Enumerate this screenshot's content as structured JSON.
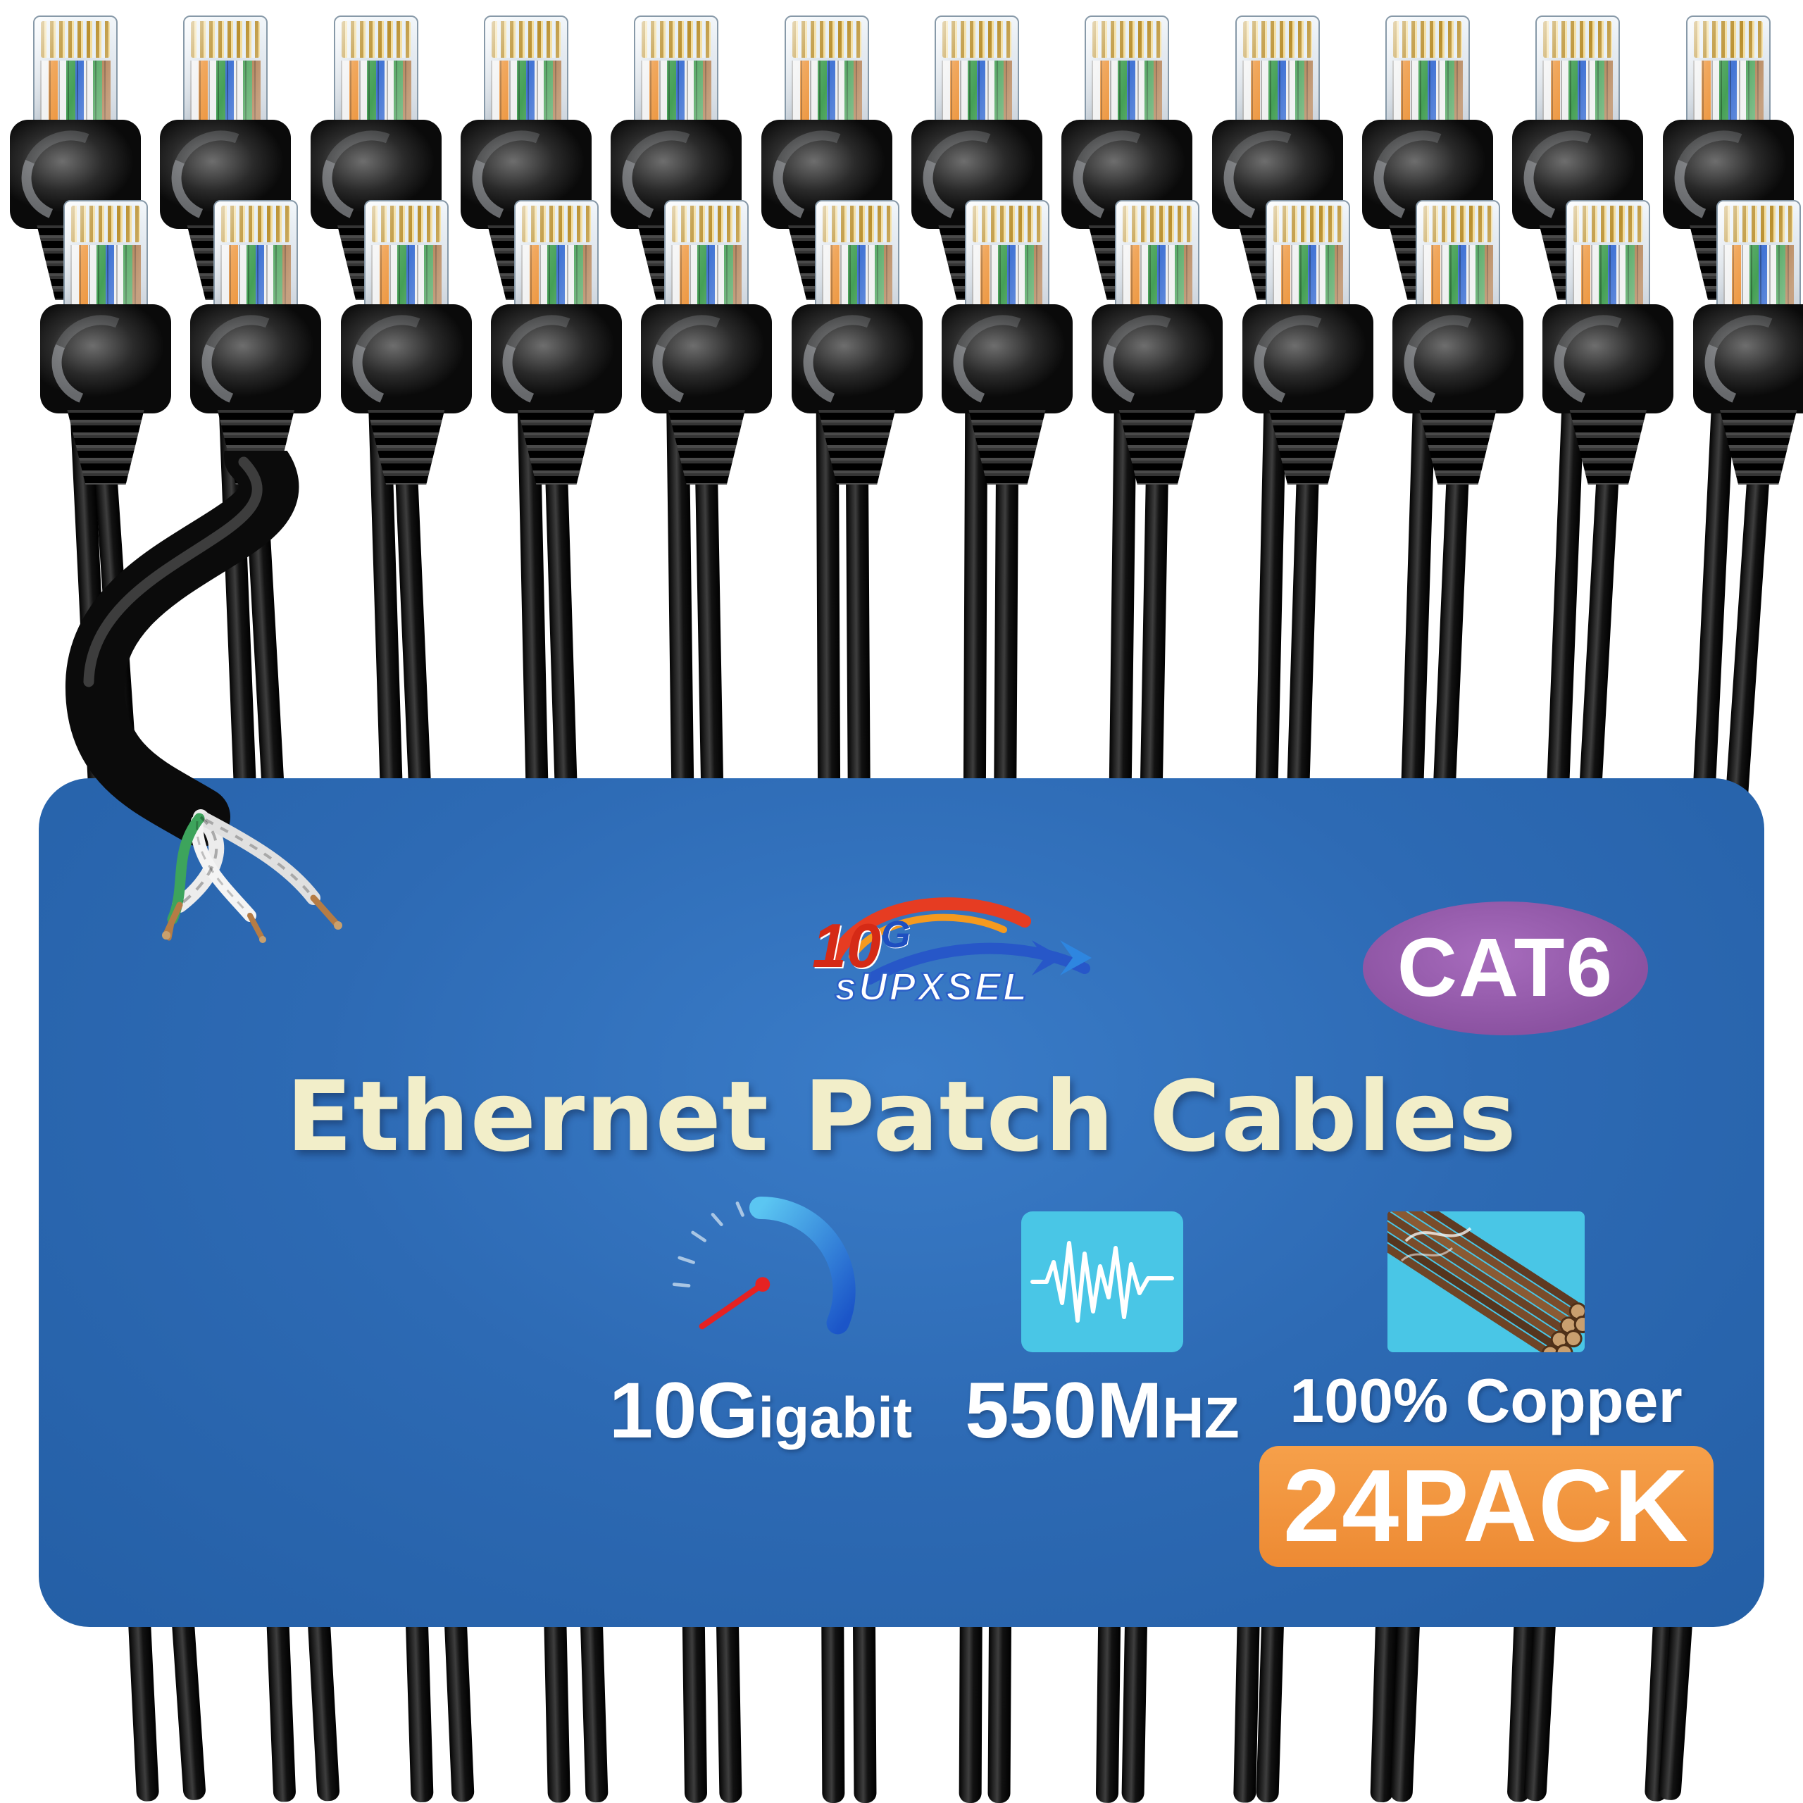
{
  "panel": {
    "title": "Ethernet Patch Cables",
    "bg": "#2d6ab4",
    "title_color": "#f2eec9"
  },
  "logo": {
    "number": "10",
    "g": "G",
    "name": "sUPXSEL"
  },
  "badges": {
    "cat6": {
      "label": "CAT6",
      "bg": "#8b52a1",
      "text_color": "#ffffff"
    },
    "pack": {
      "label": "24PACK",
      "bg": "#ef9040",
      "text_color": "#ffffff"
    }
  },
  "features": [
    {
      "name": "speed",
      "icon": "speedometer-icon",
      "big": "10G",
      "small": "igabit"
    },
    {
      "name": "bandwidth",
      "icon": "waveform-icon",
      "big": "550M",
      "small": "HZ"
    },
    {
      "name": "copper",
      "icon": "copper-strands-icon",
      "big": "100% Copper",
      "small": ""
    }
  ],
  "cables": {
    "rows": 2,
    "count_per_row": 12,
    "jacket_color": "#0d0d0d",
    "pin_color": "#c9a23f",
    "wire_stripe_colors": [
      "#f2f2f2",
      "#ef8f2e",
      "#f2f2f2",
      "#3f9e4f",
      "#3b6fd4",
      "#f2f2f2",
      "#3f9e4f",
      "#a66a35"
    ]
  },
  "icon_colors": {
    "icon_bg": "#49c6e6",
    "gauge_blue": "#2a7de0",
    "needle_red": "#e62222",
    "copper_brown": "#6e4426"
  }
}
